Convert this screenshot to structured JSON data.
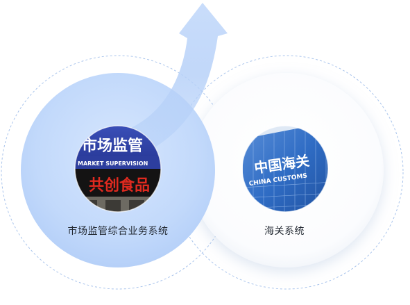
{
  "left_card": {
    "label": "市场监管综合业务系统",
    "sign": {
      "title": "市场监管",
      "subtitle": "MARKET SUPERVISION",
      "led_text": "共创食品"
    }
  },
  "right_card": {
    "label": "海关系统",
    "sign": {
      "title": "中国海关",
      "subtitle": "CHINA CUSTOMS"
    }
  },
  "colors": {
    "accent": "#b9d4fb",
    "arrow": "#aac9f7",
    "dash": "#a9c4ec"
  },
  "icons": [
    "up-arrow"
  ]
}
